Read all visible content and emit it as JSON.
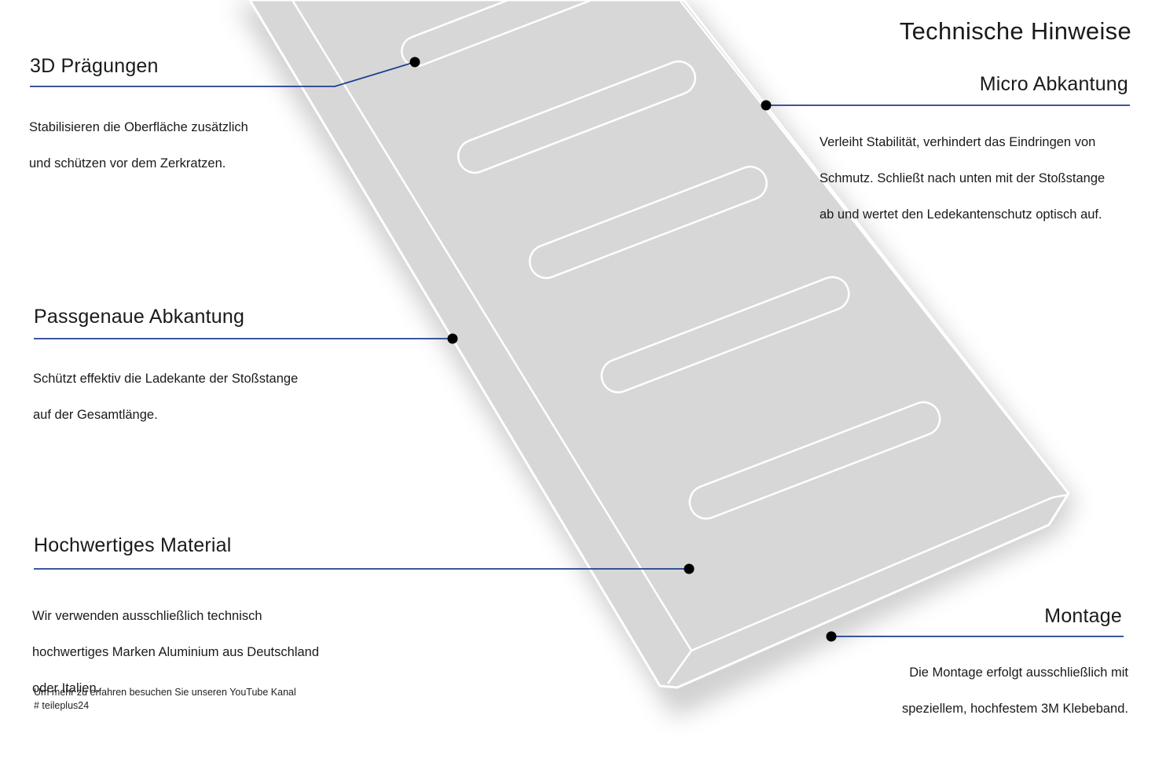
{
  "page_title": "Technische Hinweise",
  "colors": {
    "leader_line": "#1f3f8f",
    "dot": "#000000",
    "plate_fill": "#d7d7d7",
    "plate_outline": "#ffffff"
  },
  "callouts": {
    "embossing": {
      "heading": "3D Prägungen",
      "lines": [
        "Stabilisieren die Oberfläche zusätzlich",
        "und schützen vor dem Zerkratzen."
      ]
    },
    "fitted_edge": {
      "heading": "Passgenaue Abkantung",
      "lines": [
        "Schützt effektiv die Ladekante der Stoßstange",
        "auf der Gesamtlänge."
      ]
    },
    "material": {
      "heading": "Hochwertiges Material",
      "lines": [
        "Wir verwenden ausschließlich technisch",
        "hochwertiges Marken Aluminium aus Deutschland",
        "oder Italien."
      ]
    },
    "micro_edge": {
      "heading": "Micro Abkantung",
      "lines": [
        "Verleiht Stabilität, verhindert das Eindringen von",
        "Schmutz. Schließt nach unten mit der Stoßstange",
        "ab und wertet den Ledekantenschutz optisch auf."
      ]
    },
    "mounting": {
      "heading": "Montage",
      "lines": [
        "Die Montage erfolgt ausschließlich mit",
        "speziellem, hochfestem 3M Klebeband."
      ]
    }
  },
  "footer": {
    "line1": "Um mehr zu erfahren besuchen Sie unseren YouTube Kanal",
    "line2": "# teileplus24"
  }
}
